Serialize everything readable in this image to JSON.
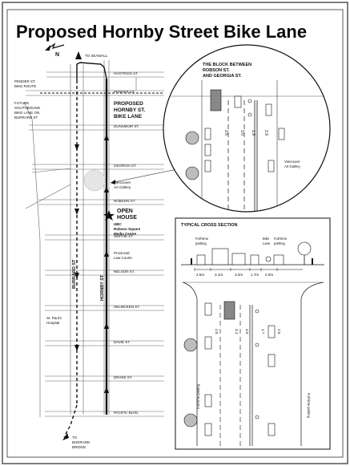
{
  "title": "Proposed Hornby Street Bike Lane",
  "map": {
    "to_seawall": "TO SEAWALL",
    "to_burrard_bridge": [
      "TO",
      "BURRARD",
      "BRIDGE"
    ],
    "pender_bike_route": [
      "PENDER ST.",
      "BIKE ROUTE"
    ],
    "future_lane": [
      "FUTURE",
      "SOUTHBOUND",
      "BIKE LANE ON",
      "BURRARD ST"
    ],
    "proposed_lane": [
      "PROPOSED",
      "HORNBY ST.",
      "BIKE LANE"
    ],
    "streets": {
      "hastings": "HASTINGS ST.",
      "pender": "PENDER ST.",
      "dunsmuir": "DUNSMUIR ST.",
      "georgia": "GEORGIA ST.",
      "robson": "ROBSON ST.",
      "smithe": "SMITHE ST.",
      "nelson": "NELSON ST.",
      "helmcken": "HELMCKEN ST.",
      "davie": "DAVIE ST.",
      "drake": "DRAKE ST.",
      "pacific": "PACIFIC BLVD."
    },
    "burrard_label": "BURRARD ST",
    "hornby_label": "HORNBY ST",
    "art_gallery": [
      "Vancouver",
      "Art Gallery"
    ],
    "open_house": [
      "OPEN",
      "HOUSE"
    ],
    "ubc_venue": [
      "UBC",
      "Robson Square",
      "Media Centre"
    ],
    "law_courts": [
      "Provincial",
      "Law Courts"
    ],
    "st_pauls": [
      "St. Paul's",
      "Hospital"
    ]
  },
  "block_inset": {
    "heading": [
      "THE BLOCK BETWEEN",
      "ROBSON ST.",
      "AND GEORGIA ST."
    ],
    "widths": [
      "2.5",
      "3.0",
      "1.9",
      "2.9"
    ],
    "art_gallery": [
      "Vancouver",
      "Art Gallery"
    ]
  },
  "cross_section": {
    "heading": "TYPICAL CROSS SECTION",
    "labels": {
      "parking_left": [
        "Full-time",
        "parking"
      ],
      "bike_lane": [
        "Bike",
        "Lane"
      ],
      "parking_right": [
        "Full-time",
        "parking"
      ]
    },
    "widths": [
      "2.5m",
      "3.1m",
      "3.0m",
      "1.7m",
      "2.5m"
    ],
    "plan_widths": [
      "2.5",
      "3.1",
      "3.0",
      "1.7",
      "2.5"
    ],
    "parking_left_vertical": "Full-time parking",
    "parking_right_vertical": "Full-time parking"
  },
  "colors": {
    "ink": "#111111",
    "frame": "#555555",
    "paper": "#ffffff",
    "tree": "#bdbdbd"
  }
}
